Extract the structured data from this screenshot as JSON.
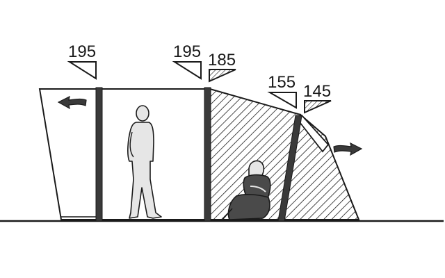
{
  "diagram": {
    "colors": {
      "line": "#1a1a1a",
      "pole": "#3a3a3a",
      "person_fill": "#e6e6e6",
      "seated_dark": "#4a4a4a",
      "background": "#ffffff"
    },
    "height_labels": [
      {
        "id": "front-left",
        "text": "195"
      },
      {
        "id": "mid-front",
        "text": "195"
      },
      {
        "id": "mid-rear",
        "text": "185"
      },
      {
        "id": "rear-front",
        "text": "155"
      },
      {
        "id": "rear-back",
        "text": "145"
      }
    ],
    "icons": [
      "arrow-left-icon",
      "arrow-right-icon",
      "standing-person-icon",
      "seated-person-icon"
    ]
  }
}
